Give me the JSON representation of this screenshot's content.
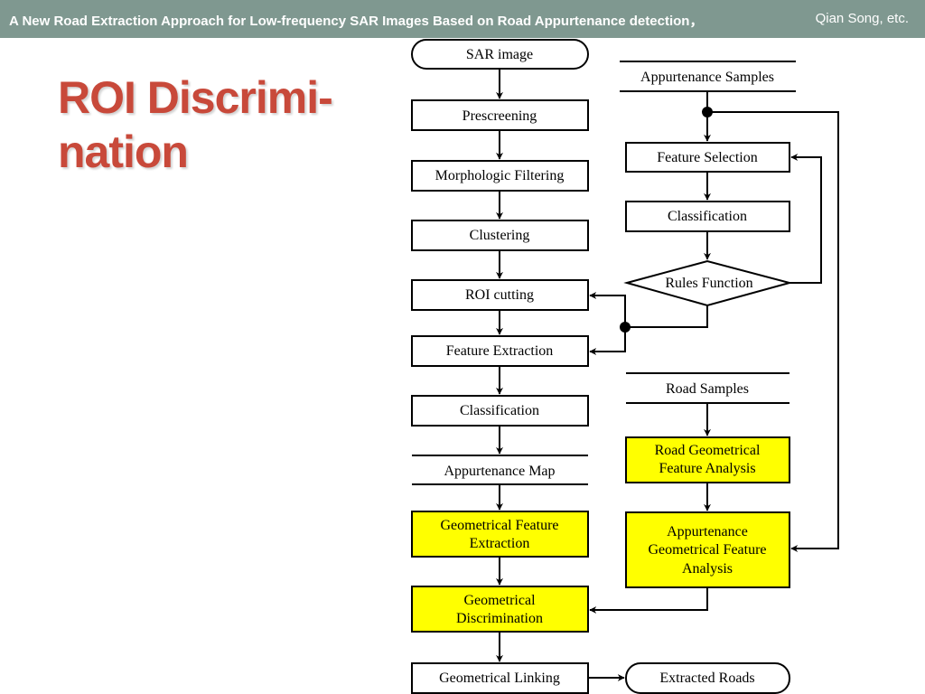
{
  "header": {
    "title": "A New Road Extraction Approach for Low-frequency SAR Images Based on Road Appurtenance detection，",
    "author": "Qian Song, etc."
  },
  "slide": {
    "title_line1": "ROI Discrimi-",
    "title_line2": "nation"
  },
  "flow_left": {
    "sar_image": "SAR image",
    "prescreening": "Prescreening",
    "morphologic_filtering": "Morphologic Filtering",
    "clustering": "Clustering",
    "roi_cutting": "ROI cutting",
    "feature_extraction": "Feature Extraction",
    "classification": "Classification",
    "appurtenance_map": "Appurtenance Map",
    "geometrical_feature_extraction": [
      "Geometrical Feature",
      "Extraction"
    ],
    "geometrical_discrimination": [
      "Geometrical",
      "Discrimination"
    ],
    "geometrical_linking": "Geometrical Linking"
  },
  "flow_right": {
    "appurtenance_samples": "Appurtenance Samples",
    "feature_selection": "Feature Selection",
    "classification": "Classification",
    "rules_function": "Rules Function",
    "road_samples": "Road Samples",
    "road_geometrical_feature_analysis": [
      "Road Geometrical",
      "Feature Analysis"
    ],
    "appurtenance_geometrical_feature_analysis": [
      "Appurtenance",
      "Geometrical Feature",
      "Analysis"
    ],
    "extracted_roads": "Extracted Roads"
  },
  "colors": {
    "header_bg": "#7f9890",
    "title_red": "#c8493a",
    "highlight_yellow": "#ffff00"
  }
}
